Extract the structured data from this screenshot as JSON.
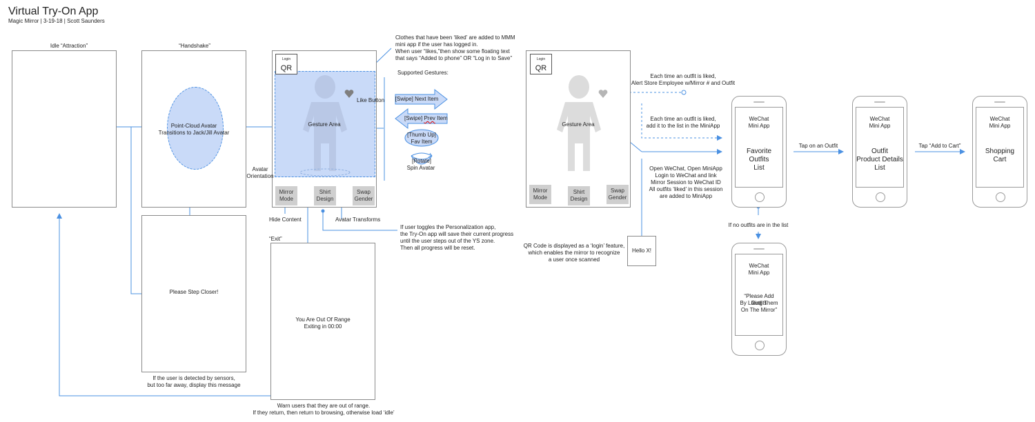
{
  "header": {
    "title": "Virtual Try-On App",
    "subtitle": "Magic Mirror | 3-19-18 | Scott Saunders"
  },
  "screens": {
    "idle": {
      "label": "Idle “Attraction”"
    },
    "handshake": {
      "label": "“Handshake”",
      "avatar_line1": "Point-Cloud Avatar",
      "avatar_line2": "Transitions to Jack/Jill Avatar"
    },
    "step_closer": {
      "text": "Please Step Closer!",
      "note_line1": "If the user is detected by sensors,",
      "note_line2": "but too far away, display this message"
    },
    "tryon": {
      "login": "Login",
      "qr": "QR",
      "gesture_area": "Gesture Area",
      "like_button": "Like Button",
      "avatar_orientation_1": "Avatar",
      "avatar_orientation_2": "Orientation",
      "buttons": [
        {
          "l1": "Mirror",
          "l2": "Mode"
        },
        {
          "l1": "Shirt",
          "l2": "Design"
        },
        {
          "l1": "Swap",
          "l2": "Gender"
        }
      ],
      "hide_content": "Hide Content",
      "avatar_transforms": "Avatar Transforms"
    },
    "exit": {
      "label": "“Exit”",
      "line1": "You Are Out Of Range",
      "line2": "Exiting in 00:00",
      "note_line1": "Warn users that they are out of range.",
      "note_line2": "If they return, then return to browsing, otherwise load ‘idle’"
    },
    "logged": {
      "login": "Login",
      "qr": "QR",
      "gesture_area": "Gesture Area",
      "buttons": [
        {
          "l1": "Mirror",
          "l2": "Mode"
        },
        {
          "l1": "Shirt",
          "l2": "Design"
        },
        {
          "l1": "Swap",
          "l2": "Gender"
        }
      ]
    }
  },
  "notes": {
    "liked": [
      "Clothes that have been ‘liked’ are added to MMM",
      "mini app if the user has logged in.",
      "When user “likes,”then show some floating text",
      "that says “Added to phone” OR “Log in to Save”"
    ],
    "supported_gestures": "Supported Gestures:",
    "gestures": {
      "swipe_next": "[Swipe] Next Item",
      "swipe_prev_a": "[Swipe] ",
      "swipe_prev_b": "Prev",
      "swipe_prev_c": " Item",
      "thumb_1": "[Thumb Up]",
      "thumb_2": "Fav Item",
      "rotate_1": "[Rotate]",
      "rotate_2": "Spin Avatar"
    },
    "personalization": [
      "If user toggles the Personalization app,",
      "the Try-On app will save their current progress",
      "until the user steps out of the YS zone.",
      "Then all progress will be reset."
    ],
    "alert": [
      "Each time an outfit is liked,",
      "Alert Store Employee w/Mirror # and Outfit"
    ],
    "add_list": [
      "Each time an outfit is liked,",
      "add it to the list in the MiniApp"
    ],
    "open_wechat": [
      "Open WeChat, Open MiniApp",
      "Login to WeChat and link",
      "Mirror Session to WeChat ID",
      "All outfits ‘liked’ in this session",
      "are added to MiniApp"
    ],
    "qr_code": [
      "QR Code is displayed as a ‘login’ feature,",
      "which enables the mirror to recognize",
      "a user once scanned"
    ],
    "hello": "Hello X!",
    "tap_outfit": "Tap on an Outfit",
    "tap_cart": "Tap “Add to Cart”",
    "if_no_outfits": "If no outfits are in the list"
  },
  "phones": [
    {
      "app1": "WeChat",
      "app2": "Mini App",
      "title": [
        "Favorite",
        "Outfits",
        "List"
      ]
    },
    {
      "app1": "WeChat",
      "app2": "Mini App",
      "title": [
        "Outfit",
        "Product Details",
        "List"
      ]
    },
    {
      "app1": "WeChat",
      "app2": "Mini App",
      "title": [
        "Shopping",
        "Cart"
      ]
    },
    {
      "app1": "WeChat",
      "app2": "Mini App",
      "title": [
        "“Please Add Outfits",
        "By Liking Them",
        "On The Mirror”"
      ]
    }
  ],
  "colors": {
    "accent": "#4a90e2",
    "gesture_fill": "#c9daf8",
    "button_gray": "#cfcfcf",
    "avatar_gray": "#dcdcdc"
  }
}
